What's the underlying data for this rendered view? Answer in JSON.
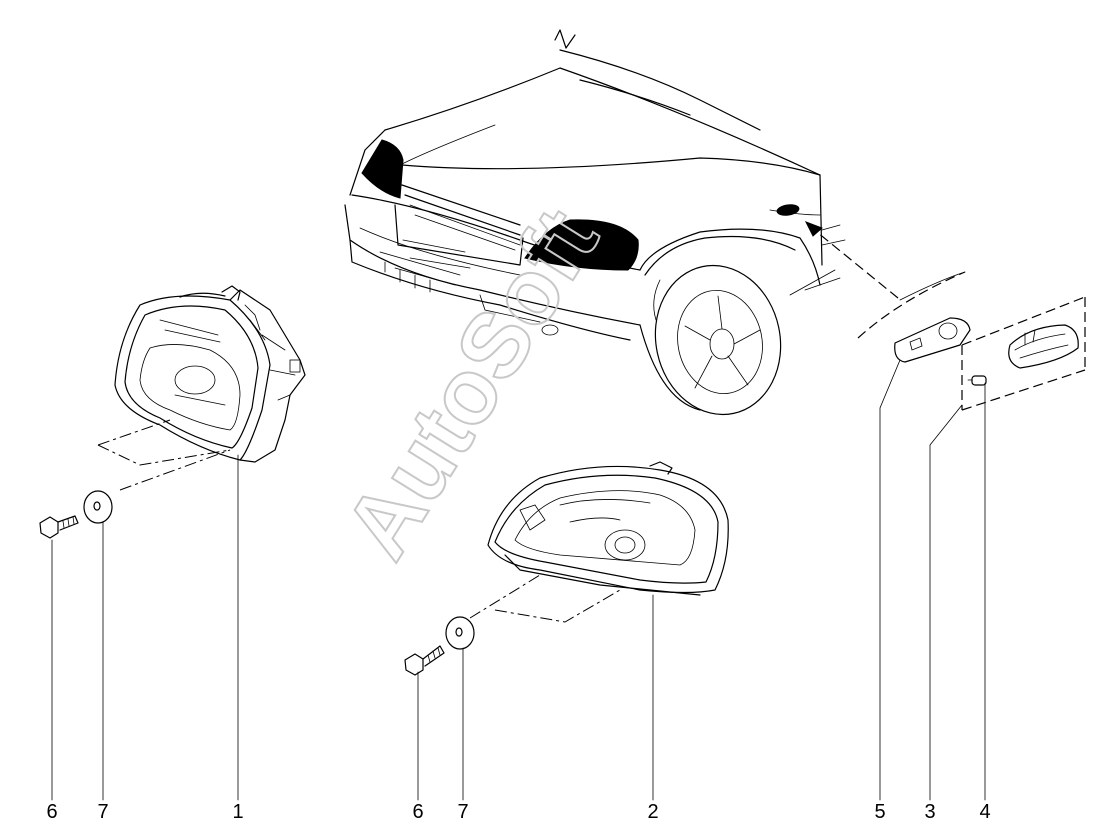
{
  "watermark": "AutoSoft",
  "callouts": {
    "c1": "1",
    "c2": "2",
    "c3": "3",
    "c4": "4",
    "c5": "5",
    "c6_left": "6",
    "c7_left": "7",
    "c6_center": "6",
    "c7_center": "7"
  },
  "colors": {
    "line": "#000000",
    "watermark": "#c8c8c8",
    "background": "#ffffff"
  }
}
